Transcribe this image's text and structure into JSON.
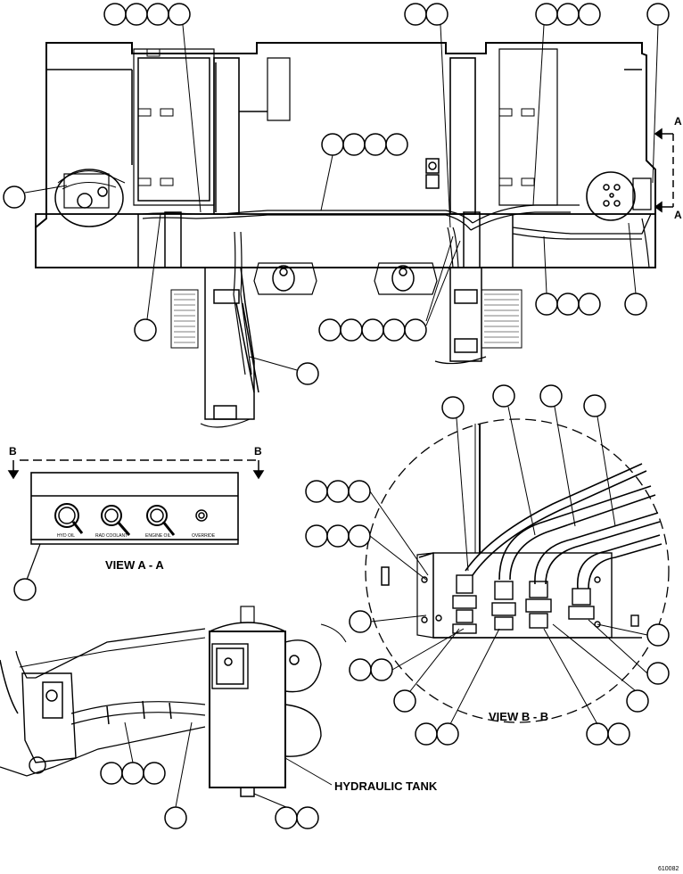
{
  "views": {
    "aa_title": "VIEW A - A",
    "bb_title": "VIEW B - B",
    "section_a_letter": "A",
    "section_b_letter": "B"
  },
  "gauges": {
    "hyd_oil": "HYD OIL",
    "rad_coolant": "RAD COOLANT",
    "engine_oil": "ENGINE OIL",
    "override": "OVERRIDE"
  },
  "callouts": {
    "hydraulic_tank": "HYDRAULIC TANK"
  },
  "figure_number": "610082"
}
